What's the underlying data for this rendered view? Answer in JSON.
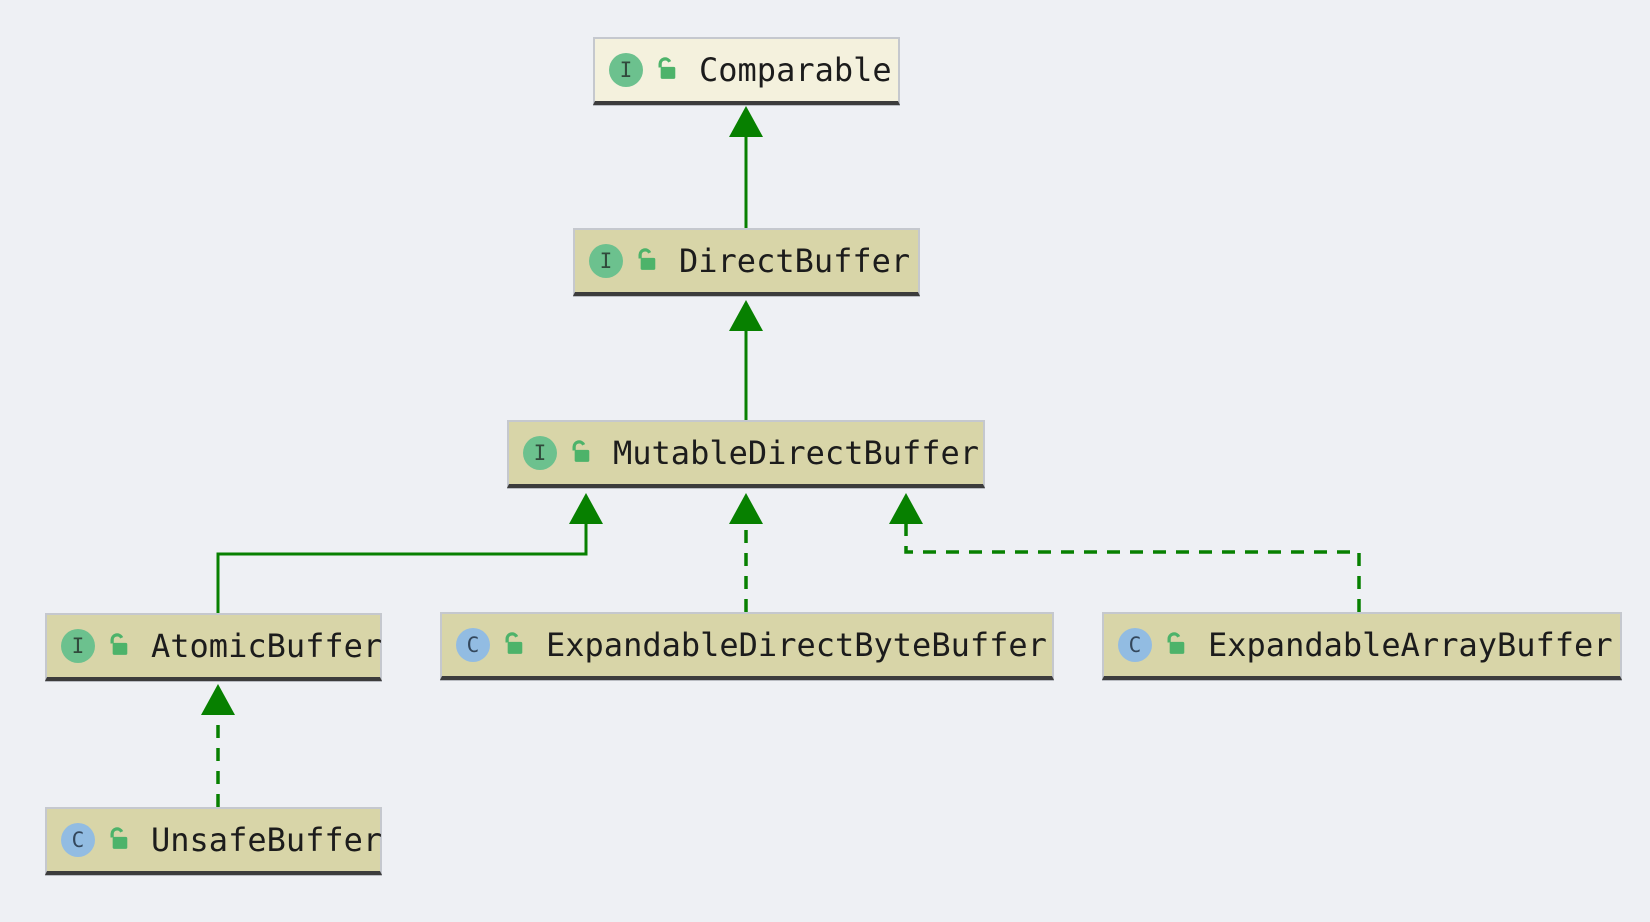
{
  "diagram": {
    "tool": "uml-class-diagram",
    "nodes": [
      {
        "id": "comparable",
        "label": "Comparable",
        "kind": "interface",
        "kind_letter": "I",
        "visibility": "public",
        "external": true
      },
      {
        "id": "direct-buffer",
        "label": "DirectBuffer",
        "kind": "interface",
        "kind_letter": "I",
        "visibility": "public",
        "external": false
      },
      {
        "id": "mutable-direct-buffer",
        "label": "MutableDirectBuffer",
        "kind": "interface",
        "kind_letter": "I",
        "visibility": "public",
        "external": false
      },
      {
        "id": "atomic-buffer",
        "label": "AtomicBuffer",
        "kind": "interface",
        "kind_letter": "I",
        "visibility": "public",
        "external": false
      },
      {
        "id": "expandable-direct-byte-buffer",
        "label": "ExpandableDirectByteBuffer",
        "kind": "class",
        "kind_letter": "C",
        "visibility": "public",
        "external": false
      },
      {
        "id": "expandable-array-buffer",
        "label": "ExpandableArrayBuffer",
        "kind": "class",
        "kind_letter": "C",
        "visibility": "public",
        "external": false
      },
      {
        "id": "unsafe-buffer",
        "label": "UnsafeBuffer",
        "kind": "class",
        "kind_letter": "C",
        "visibility": "public",
        "external": false
      }
    ],
    "edges": [
      {
        "from": "DirectBuffer",
        "to": "Comparable",
        "relation": "extends",
        "style": "solid"
      },
      {
        "from": "MutableDirectBuffer",
        "to": "DirectBuffer",
        "relation": "extends",
        "style": "solid"
      },
      {
        "from": "AtomicBuffer",
        "to": "MutableDirectBuffer",
        "relation": "extends",
        "style": "solid"
      },
      {
        "from": "ExpandableDirectByteBuffer",
        "to": "MutableDirectBuffer",
        "relation": "implements",
        "style": "dashed"
      },
      {
        "from": "ExpandableArrayBuffer",
        "to": "MutableDirectBuffer",
        "relation": "implements",
        "style": "dashed"
      },
      {
        "from": "UnsafeBuffer",
        "to": "AtomicBuffer",
        "relation": "implements",
        "style": "dashed"
      }
    ],
    "colors": {
      "background": "#eef0f4",
      "node_fill": "#d8d5a8",
      "external_node_fill": "#f4f1dd",
      "node_border": "#c5c8ce",
      "node_bottom_bar": "#3c3c3c",
      "edge_green": "#078000",
      "interface_icon_green": "#6cc18e",
      "class_icon_blue": "#92bce2",
      "lock_icon_green": "#4db36a",
      "label_text": "#1c1c1c"
    }
  }
}
